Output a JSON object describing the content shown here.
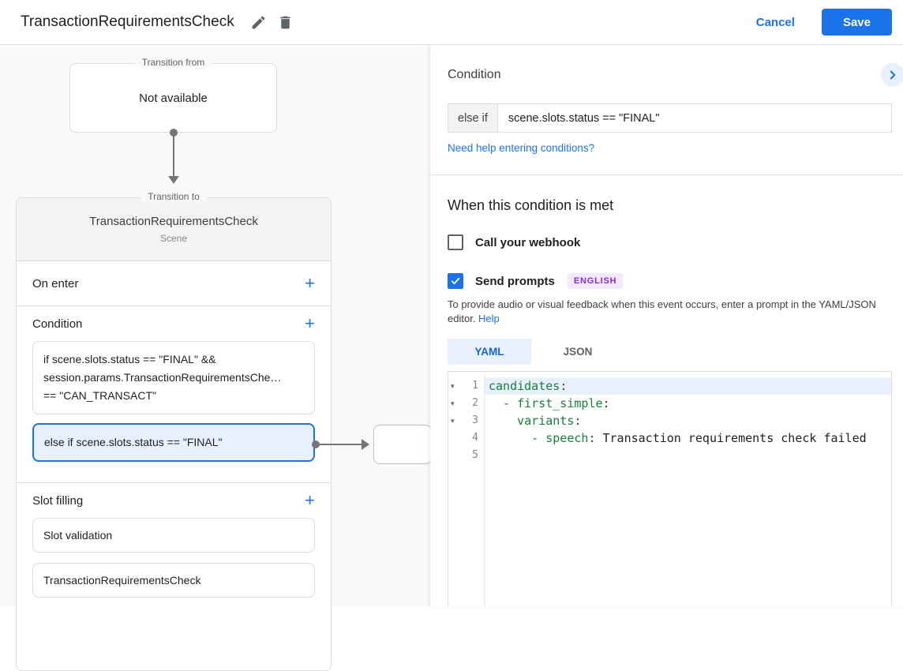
{
  "icons": {
    "plus": "+",
    "fold": "▾"
  },
  "topbar": {
    "title": "TransactionRequirementsCheck",
    "cancel_label": "Cancel",
    "save_label": "Save"
  },
  "canvas": {
    "from_box": {
      "legend": "Transition from",
      "text": "Not available"
    },
    "to_card": {
      "legend": "Transition to",
      "title": "TransactionRequirementsCheck",
      "subtitle": "Scene",
      "on_enter_label": "On enter",
      "condition_label": "Condition",
      "slot_filling_label": "Slot filling",
      "condition_lines": [
        "if scene.slots.status == \"FINAL\" &&",
        "session.params.TransactionRequirementsChe…",
        "== \"CAN_TRANSACT\""
      ],
      "condition_selected": "else if scene.slots.status == \"FINAL\"",
      "slot_items": [
        "Slot validation",
        "TransactionRequirementsCheck"
      ]
    }
  },
  "panel": {
    "title": "Condition",
    "condition_prefix": "else if",
    "condition_value": "scene.slots.status == \"FINAL\"",
    "help_link": "Need help entering conditions?",
    "when_met_heading": "When this condition is met",
    "webhook_label": "Call your webhook",
    "prompts_label": "Send prompts",
    "language_badge": "ENGLISH",
    "description": "To provide audio or visual feedback when this event occurs, enter a prompt in the YAML/JSON editor.",
    "description_help": "Help",
    "tabs": [
      {
        "label": "YAML",
        "active": true
      },
      {
        "label": "JSON",
        "active": false
      }
    ],
    "editor": {
      "lines": [
        {
          "num": "1",
          "pre": "",
          "key": "candidates",
          "post": ":",
          "value": ""
        },
        {
          "num": "2",
          "pre": "  - ",
          "key": "first_simple",
          "post": ":",
          "value": ""
        },
        {
          "num": "3",
          "pre": "    ",
          "key": "variants",
          "post": ":",
          "value": ""
        },
        {
          "num": "4",
          "pre": "      - ",
          "key": "speech",
          "post": ":",
          "value": " Transaction requirements check failed"
        },
        {
          "num": "5",
          "pre": "",
          "key": "",
          "post": "",
          "value": ""
        }
      ]
    }
  },
  "colors": {
    "accent_blue": "#1a73e8",
    "selected_fill": "#e8f0fe",
    "badge_purple": "#8430ce",
    "code_key_green": "#188038"
  }
}
